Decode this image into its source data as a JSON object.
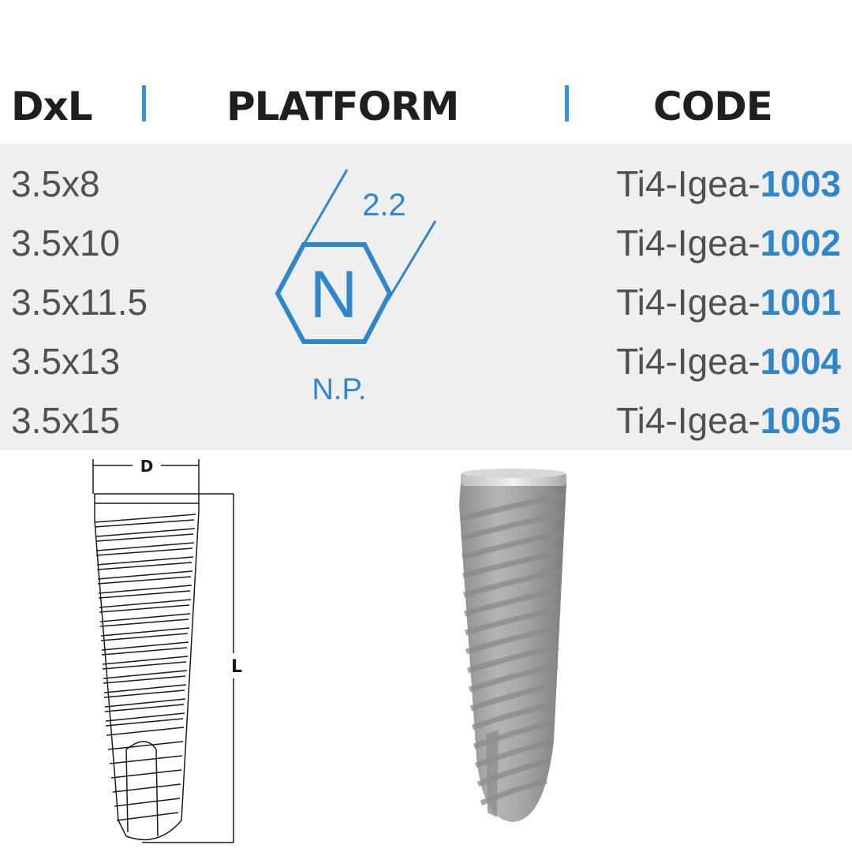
{
  "header": {
    "col_dxl": "DxL",
    "col_platform": "PLATFORM",
    "col_code": "CODE"
  },
  "rows": [
    {
      "dxl": "3.5x8",
      "code_prefix": "Ti4-Igea-",
      "code_num": "1003"
    },
    {
      "dxl": "3.5x10",
      "code_prefix": "Ti4-Igea-",
      "code_num": "1002"
    },
    {
      "dxl": "3.5x11.5",
      "code_prefix": "Ti4-Igea-",
      "code_num": "1001"
    },
    {
      "dxl": "3.5x13",
      "code_prefix": "Ti4-Igea-",
      "code_num": "1004"
    },
    {
      "dxl": "3.5x15",
      "code_prefix": "Ti4-Igea-",
      "code_num": "1005"
    }
  ],
  "platform": {
    "letter": "N",
    "size": "2.2",
    "label": "N.P."
  },
  "drawing": {
    "dim_d": "D",
    "dim_l": "L"
  },
  "colors": {
    "accent": "#2f86c8",
    "separator": "#3a93d4",
    "table_bg": "#efefef",
    "text": "#505050",
    "heading": "#1f1f1f"
  },
  "icons": [
    "hexagon-platform-icon",
    "implant-line-drawing",
    "implant-rendered-image"
  ]
}
